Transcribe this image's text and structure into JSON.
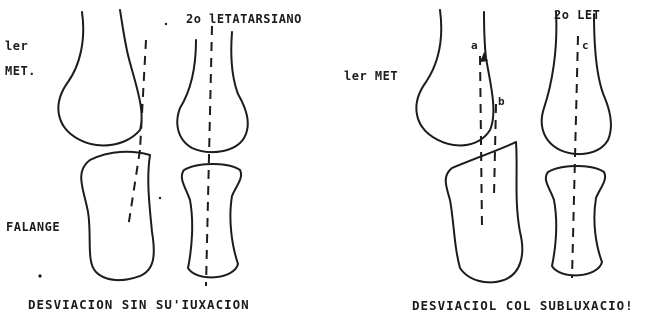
{
  "left_figure": {
    "label_met1_line1": "ler",
    "label_met1_line2": "MET.",
    "label_met2": "2o lETATARSIANO",
    "label_phalanx": "FALANGE",
    "caption": "DESVIACION SIN SU'IUXACION"
  },
  "right_figure": {
    "label_met2": "2o LET",
    "label_met1": "ler MET",
    "marker_a": "a",
    "marker_b": "b",
    "marker_c": "c",
    "caption": "DESVIACIOL COL SUBLUXACIO!"
  }
}
